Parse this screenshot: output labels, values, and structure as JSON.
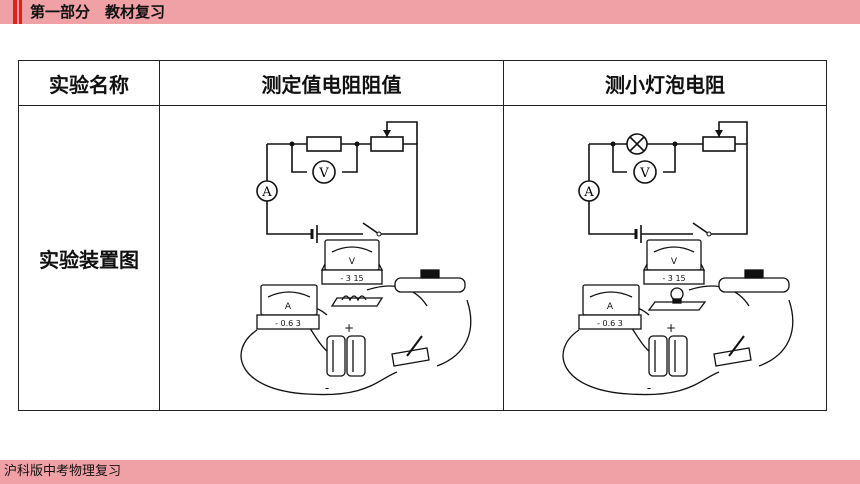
{
  "header": {
    "title": "第一部分　教材复习"
  },
  "footer": {
    "text": "沪科版中考物理复习"
  },
  "table": {
    "headers": [
      "实验名称",
      "测定值电阻阻值",
      "测小灯泡电阻"
    ],
    "row_label": "实验装置图"
  },
  "circuit": {
    "ammeter": "A",
    "voltmeter": "V"
  },
  "meter_scale": {
    "ammeter_terminals": "- 0.6 3",
    "voltmeter_terminals": "- 3 15"
  },
  "battery_sign": {
    "plus": "+",
    "minus": "-"
  },
  "colors": {
    "bar": "#f0a1a6",
    "accent": "#e02020"
  }
}
